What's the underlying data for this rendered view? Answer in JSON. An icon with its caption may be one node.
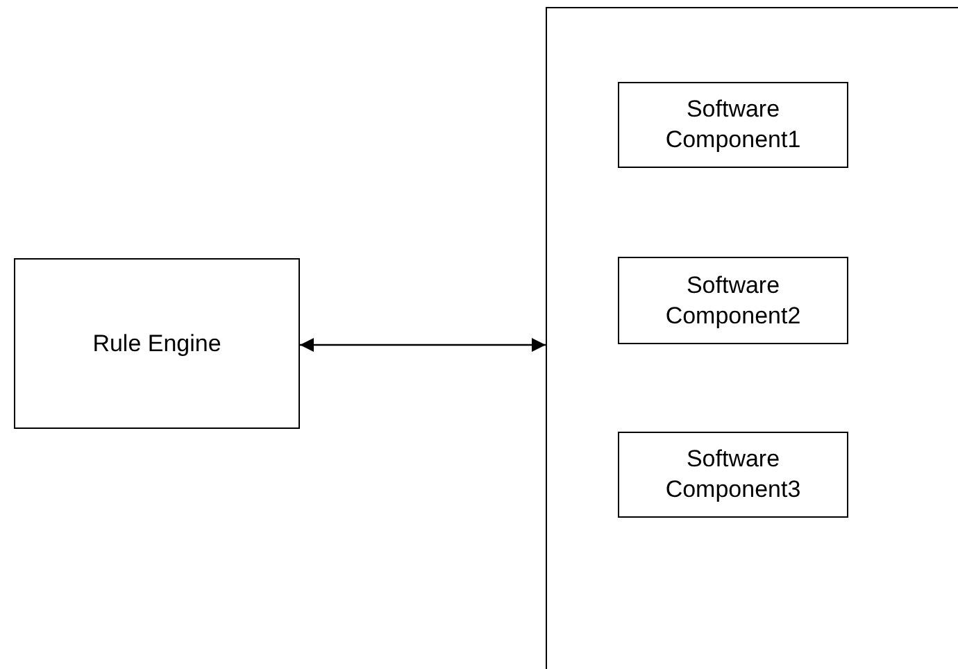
{
  "diagram": {
    "nodes": [
      {
        "text": [
          "Rule Engine"
        ]
      },
      {
        "text": [],
        "shape": "box"
      },
      {
        "text": [
          "Software Component1"
        ],
        "in": 1
      },
      {
        "text": [
          "Software Component2"
        ],
        "in": 1
      },
      {
        "text": [
          "Software Component3"
        ],
        "in": 1
      }
    ],
    "edges": [
      {
        "from": 0,
        "to": 1,
        "arrow": "both"
      }
    ]
  }
}
